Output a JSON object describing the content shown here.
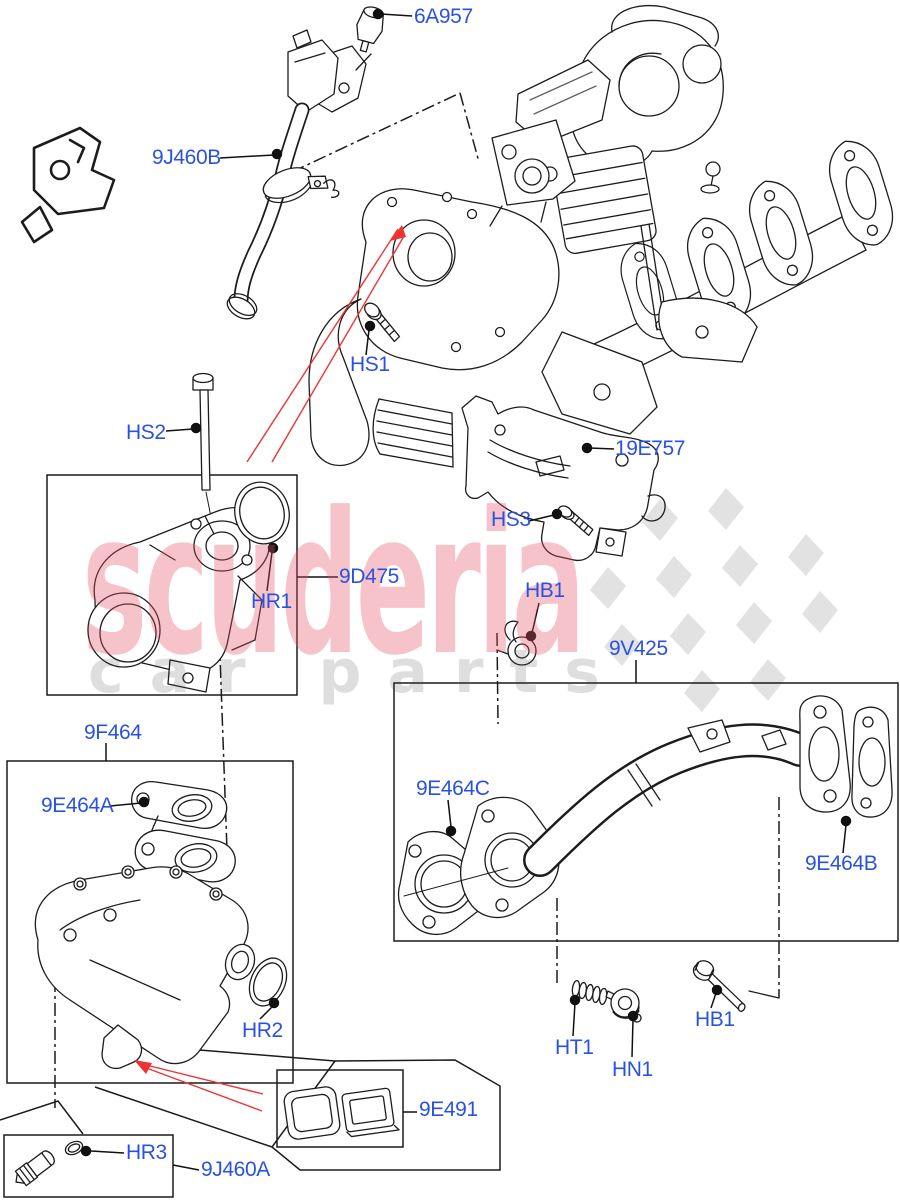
{
  "watermark": {
    "brand": "scuderia",
    "sub": "car parts",
    "brand_color": "#e14f60",
    "sub_color": "#4a4a4a",
    "checker_color": "#d8d8d8"
  },
  "diagram": {
    "label_color": "#2a52e0",
    "red_line_color": "#ee3333",
    "labels": [
      {
        "id": "6A957",
        "text": "6A957"
      },
      {
        "id": "9J460B",
        "text": "9J460B"
      },
      {
        "id": "HS1",
        "text": "HS1"
      },
      {
        "id": "HS2",
        "text": "HS2"
      },
      {
        "id": "19E757",
        "text": "19E757"
      },
      {
        "id": "HS3",
        "text": "HS3"
      },
      {
        "id": "9D475",
        "text": "9D475"
      },
      {
        "id": "HR1",
        "text": "HR1"
      },
      {
        "id": "HB1-top",
        "text": "HB1"
      },
      {
        "id": "9V425",
        "text": "9V425"
      },
      {
        "id": "9F464",
        "text": "9F464"
      },
      {
        "id": "9E464A",
        "text": "9E464A"
      },
      {
        "id": "9E464C",
        "text": "9E464C"
      },
      {
        "id": "9E464B",
        "text": "9E464B"
      },
      {
        "id": "HR2",
        "text": "HR2"
      },
      {
        "id": "9E491",
        "text": "9E491"
      },
      {
        "id": "HT1",
        "text": "HT1"
      },
      {
        "id": "HN1",
        "text": "HN1"
      },
      {
        "id": "HB1-bottom",
        "text": "HB1"
      },
      {
        "id": "HR3",
        "text": "HR3"
      },
      {
        "id": "9J460A",
        "text": "9J460A"
      }
    ]
  }
}
